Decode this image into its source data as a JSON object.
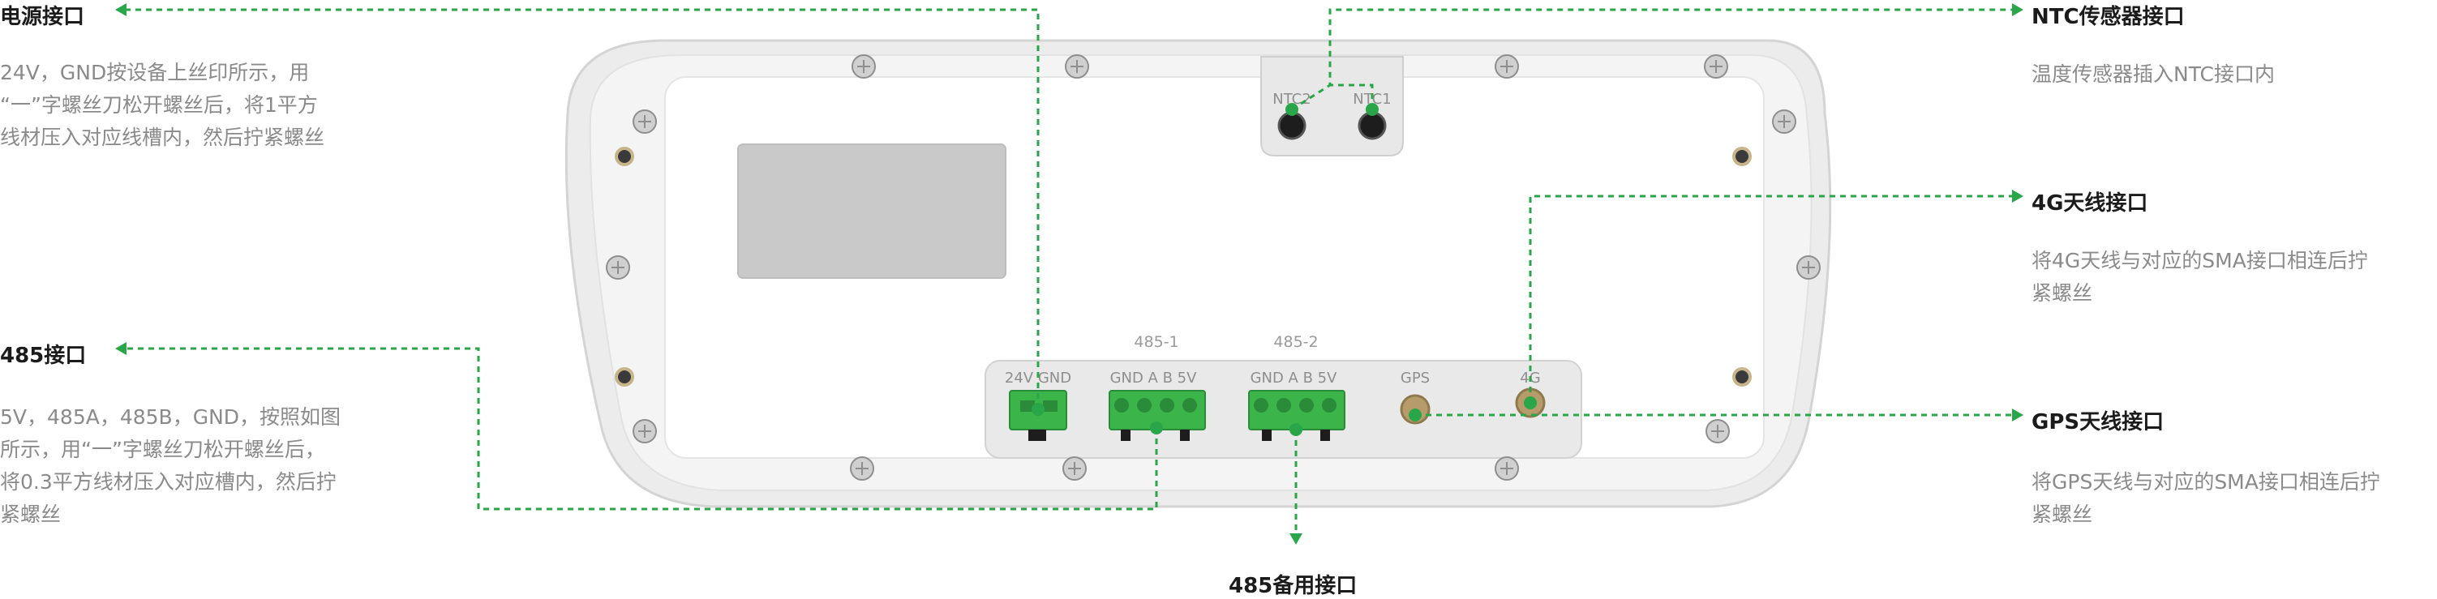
{
  "callouts": {
    "power": {
      "title": "电源接口",
      "lines": [
        "24V，GND按设备上丝印所示，用",
        "“一”字螺丝刀松开螺丝后，将1平方",
        "线材压入对应线槽内，然后拧紧螺丝"
      ]
    },
    "rs485": {
      "title": "485接口",
      "lines": [
        "5V，485A，485B，GND，按照如图",
        "所示，用“一”字螺丝刀松开螺丝后，",
        "将0.3平方线材压入对应槽内，然后拧",
        "紧螺丝"
      ]
    },
    "ntc": {
      "title": "NTC传感器接口",
      "lines": [
        "温度传感器插入NTC接口内"
      ]
    },
    "g4": {
      "title": "4G天线接口",
      "lines": [
        "将4G天线与对应的SMA接口相连后拧",
        "紧螺丝"
      ]
    },
    "gps": {
      "title": "GPS天线接口",
      "lines": [
        "将GPS天线与对应的SMA接口相连后拧",
        "紧螺丝"
      ]
    },
    "rs485_backup": {
      "title": "485备用接口"
    }
  },
  "device": {
    "ntc_labels": [
      "NTC2",
      "NTC1"
    ],
    "port_group_labels": [
      "485-1",
      "485-2"
    ],
    "pin_labels": {
      "power": "24V GND",
      "rs485_1": "GND  A  B  5V",
      "rs485_2": "GND  A  B  5V",
      "gps": "GPS",
      "g4": "4G"
    }
  },
  "colors": {
    "accent_green": "#2aa64a",
    "connector_green": "#3bb54a",
    "housing_outer": "#ececec",
    "housing_inner": "#f7f7f7",
    "panel": "#c9c9c9"
  }
}
